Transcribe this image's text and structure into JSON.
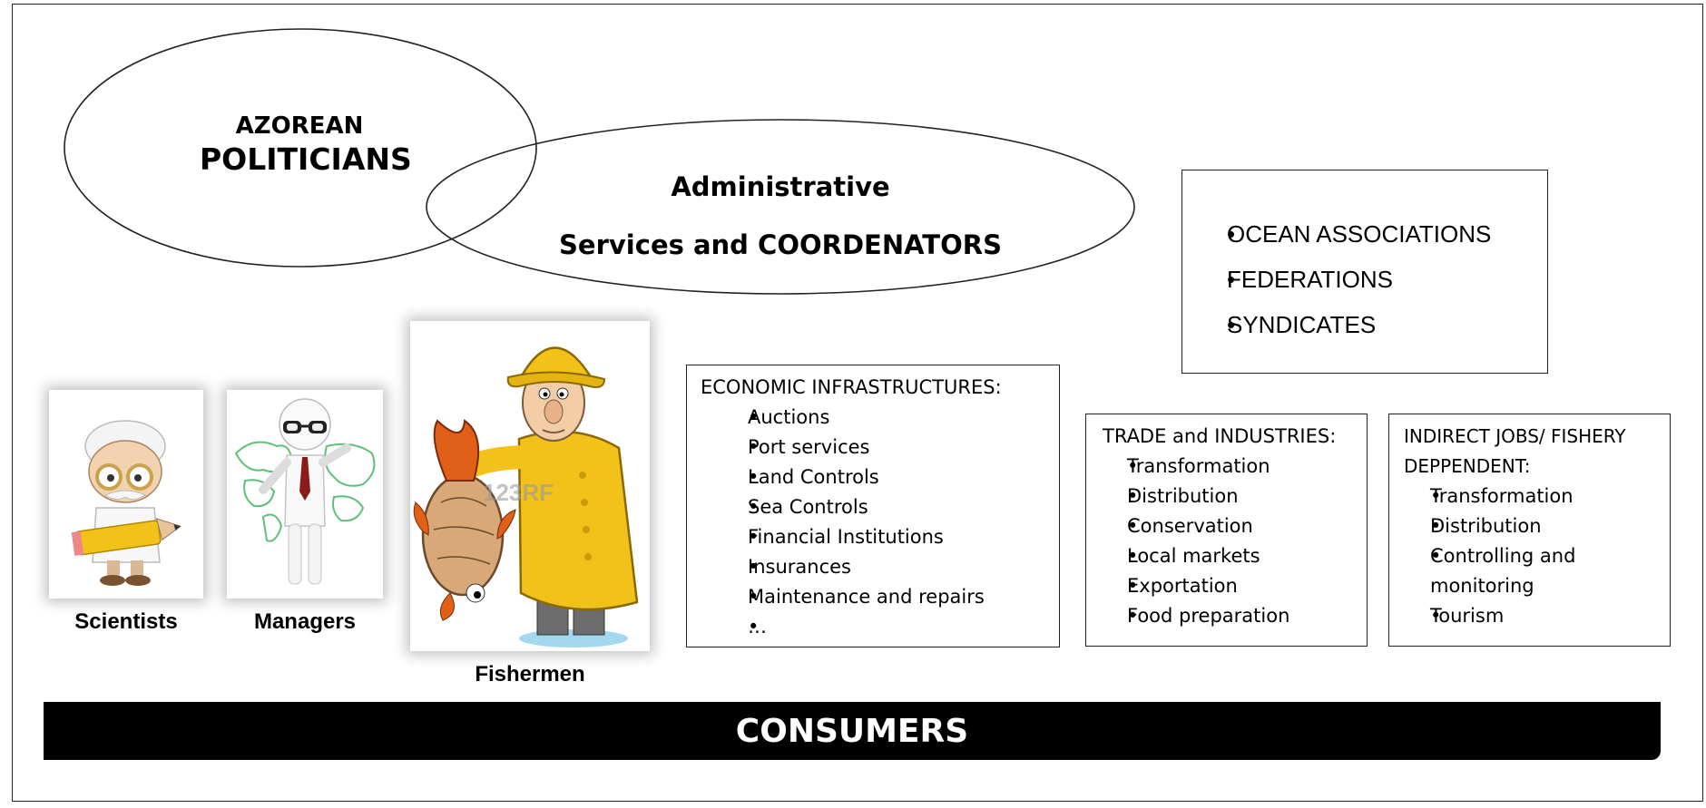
{
  "politicians": {
    "line1": "AZOREAN",
    "line2": "POLITICIANS"
  },
  "administrative": {
    "line1": "Administrative",
    "line2": "Services and COORDENATORS"
  },
  "associations": {
    "items": [
      "OCEAN ASSOCIATIONS",
      "FEDERATIONS",
      "SYNDICATES"
    ]
  },
  "economic": {
    "title": "ECONOMIC INFRASTRUCTURES:",
    "items": [
      "Auctions",
      "Port services",
      "Land Controls",
      "Sea Controls",
      "Financial Institutions",
      "Insurances",
      "Maintenance and repairs",
      "…"
    ]
  },
  "trade": {
    "title": "TRADE and INDUSTRIES:",
    "items": [
      "Transformation",
      "Distribution",
      "Conservation",
      "Local markets",
      "Exportation",
      "Food preparation"
    ]
  },
  "indirect": {
    "title_line1": "INDIRECT JOBS/ FISHERY",
    "title_line2": "DEPPENDENT:",
    "items": [
      "Transformation",
      "Distribution",
      "Controlling and",
      "monitoring",
      "Tourism"
    ]
  },
  "actors": {
    "scientists": "Scientists",
    "managers": "Managers",
    "fishermen": "Fishermen",
    "watermark": "123RF"
  },
  "consumers": "CONSUMERS",
  "colors": {
    "raincoat": "#f2c21a",
    "raincoat_dark": "#c99a0a",
    "fish": "#d8a878",
    "fin": "#e0601a",
    "pencil": "#f2c21a",
    "map": "#5fbf7a",
    "water": "#7ec8e8"
  }
}
